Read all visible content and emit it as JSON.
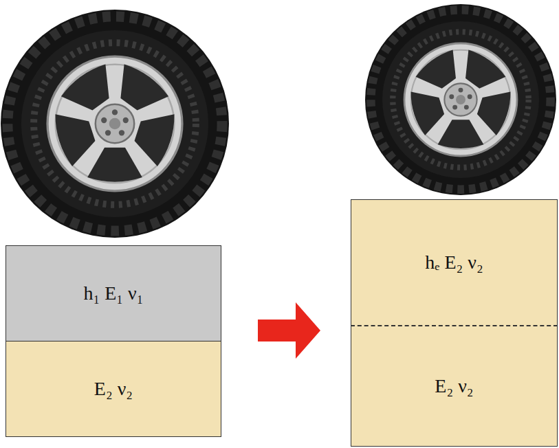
{
  "diagram": {
    "nodes": [
      {
        "text": [
          "h₁ E₁ ν₁"
        ]
      },
      {
        "text": [
          "E₂ ν₂"
        ]
      },
      {
        "text": [
          "hₑ E₂ ν₂"
        ]
      },
      {
        "text": [
          "E₂ ν₂"
        ]
      }
    ]
  }
}
